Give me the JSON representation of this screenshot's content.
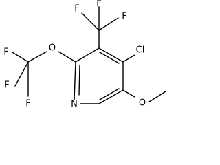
{
  "molecule": {
    "atoms": {
      "cf3_top_f_left": "F",
      "cf3_top_f_right": "F",
      "cf3_top_f_bottom": "F",
      "cl": "Cl",
      "ring_n": "N",
      "ring_o_left": "O",
      "methoxy_o": "O",
      "ocf3_f_top": "F",
      "ocf3_f_left": "F",
      "ocf3_f_bottom": "F"
    },
    "colors": {
      "ink": "#000000",
      "background": "#ffffff"
    }
  }
}
